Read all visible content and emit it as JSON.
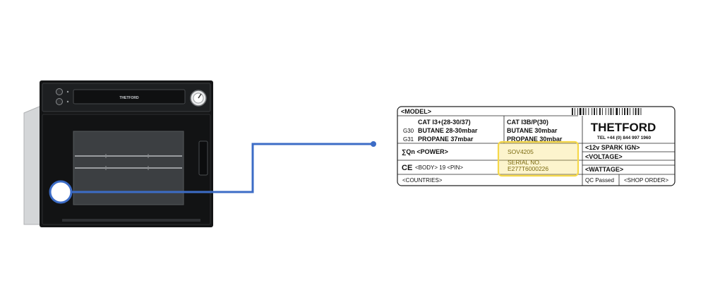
{
  "oven": {
    "brand_on_panel": "THETFORD"
  },
  "connector": {
    "color": "#3c6cc6"
  },
  "rating_label": {
    "model": "<MODEL>",
    "cat_left": {
      "title": "CAT I3+(28-30/37)",
      "g30_code": "G30",
      "g30_text": "BUTANE 28-30mbar",
      "g31_code": "G31",
      "g31_text": "PROPANE 37mbar"
    },
    "cat_right": {
      "title": "CAT I3B/P(30)",
      "line1": "BUTANE 30mbar",
      "line2": "PROPANE 30mbar"
    },
    "brand": "THETFORD",
    "tel": "TEL +44 (0) 844 997 1960",
    "spark_ign": "<12v SPARK IGN>",
    "voltage": "<VOLTAGE>",
    "wattage": "<WATTAGE>",
    "qn_power": "∑Qn <POWER>",
    "ce_mark": "CE",
    "body_pin": "<BODY> 19 <PIN>",
    "countries": "<COUNTRIES>",
    "qc_passed": "QC Passed",
    "shop_order": "<SHOP ORDER>",
    "model_number": "SOV4205",
    "serial_label": "SERIAL NO.",
    "serial_number": "E277T6000226",
    "highlight_color": "#f5d84a"
  }
}
